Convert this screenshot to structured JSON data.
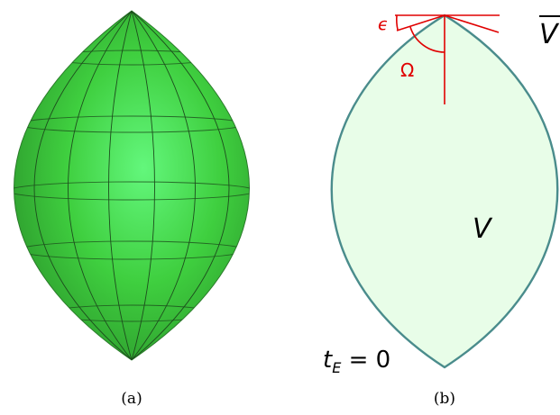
{
  "panel_a": {
    "caption": "(a)"
  },
  "panel_b": {
    "caption": "(b)",
    "region_label": "V",
    "outer_label": "V",
    "time_label_t": "t",
    "time_label_sub": "E",
    "time_label_rest": " = 0",
    "epsilon_label": "ϵ",
    "omega_label": "Ω"
  },
  "colors": {
    "lens_body": "#3fcf3f",
    "lens_highlight": "#5fff5f",
    "lens_fill_b": "#e8fde8",
    "lens_stroke_b": "#4a8c8c",
    "angle_marks": "#e00000"
  }
}
